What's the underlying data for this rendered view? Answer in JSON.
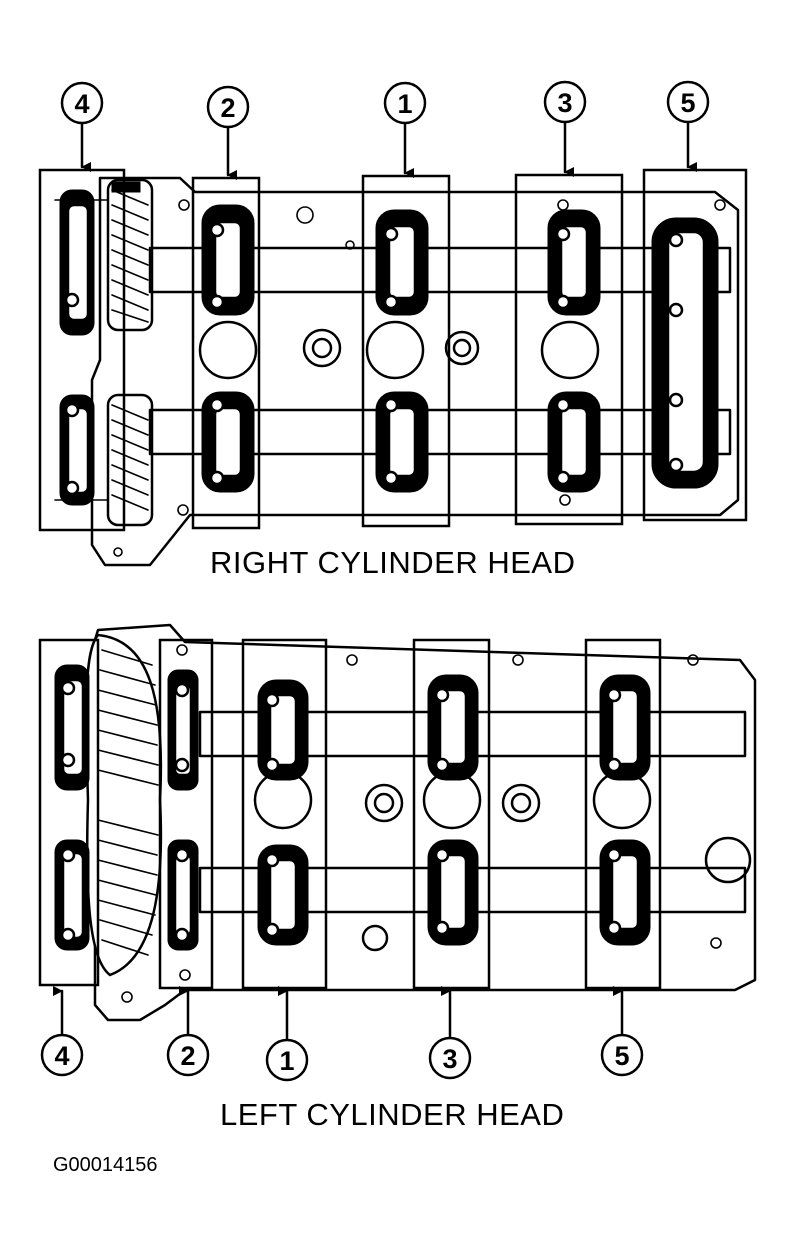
{
  "right_head": {
    "caption": "RIGHT CYLINDER HEAD",
    "callouts": [
      "4",
      "2",
      "1",
      "3",
      "5"
    ]
  },
  "left_head": {
    "caption": "LEFT CYLINDER HEAD",
    "callouts": [
      "4",
      "2",
      "1",
      "3",
      "5"
    ]
  },
  "figure_id": "G00014156"
}
